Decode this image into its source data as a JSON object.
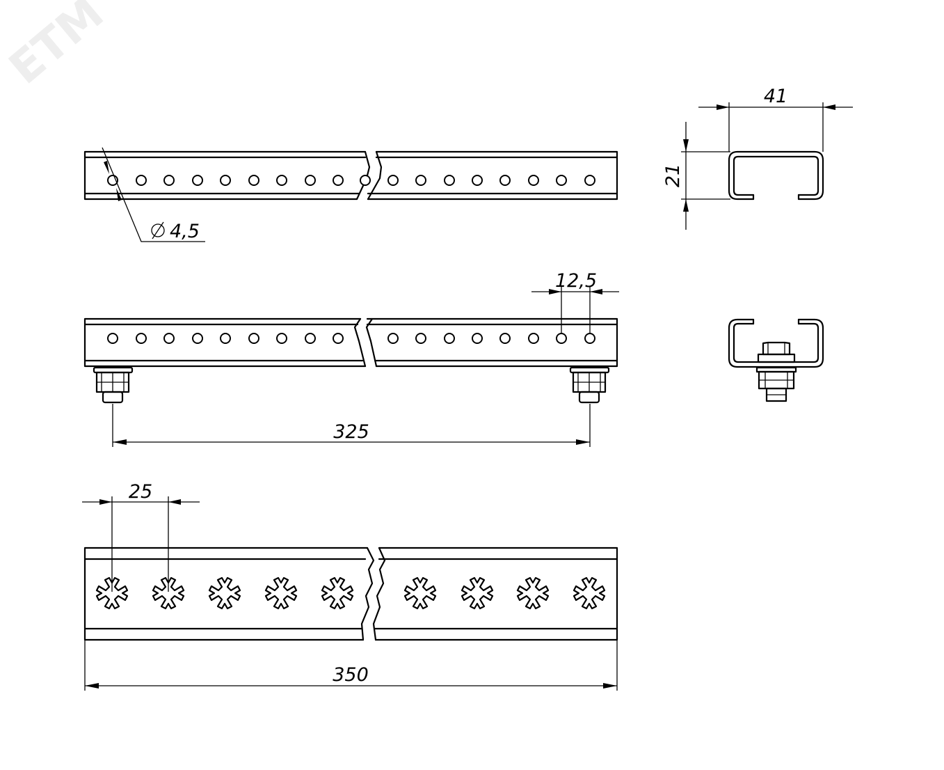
{
  "watermark": "ETM",
  "dimensions": {
    "hole_diameter": "4,5",
    "hole_pitch": "12,5",
    "bolt_spacing": "325",
    "cross_pitch": "25",
    "total_length": "350",
    "profile_width": "41",
    "profile_height": "21"
  }
}
